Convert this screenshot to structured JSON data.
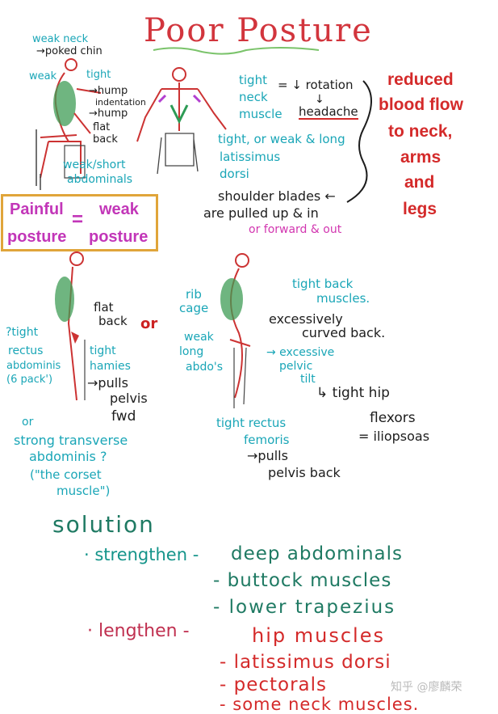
{
  "title": "Poor Posture",
  "top_left_notes": {
    "weak_neck": "weak neck",
    "poked_chin": "→poked chin",
    "weak": "weak",
    "tight": "tight",
    "hump1": "→hump",
    "indentation": "indentation",
    "hump2": "→hump",
    "flat": "flat",
    "back": "back",
    "weak_short": "weak/short",
    "abdominals": "abdominals"
  },
  "center_notes": {
    "tight": "tight",
    "neck": "neck",
    "muscle": "muscle",
    "eq_rotation": "= ↓ rotation",
    "arrow_down": "↓",
    "headache": "headache",
    "tight_or_weak": "tight, or weak & long",
    "latissimus": "latissimus",
    "dorsi": "dorsi",
    "shoulder_blades": "shoulder blades ←",
    "pulled_up": "are pulled up & in",
    "or_forward": "or forward & out"
  },
  "red_note": {
    "line1": "reduced",
    "line2": "blood flow",
    "line3": "to neck,",
    "line4": "arms",
    "line5": "and",
    "line6": "legs"
  },
  "equation": {
    "painful": "Painful",
    "posture1": "posture",
    "equals": "=",
    "weak": "weak",
    "posture2": "posture"
  },
  "left_middle": {
    "flat": "flat",
    "back": "back",
    "or": "or",
    "q_tight": "?tight",
    "rectus": "rectus",
    "abdominis": "abdominis",
    "six_pack": "(6 pack')",
    "tight": "tight",
    "hamies": "hamies",
    "pulls": "→pulls",
    "pelvis": "pelvis",
    "fwd": "fwd",
    "or2": "or",
    "strong_transverse": "strong transverse",
    "abdominis_q": "abdominis ?",
    "the_corset": "(\"the corset",
    "muscle": "muscle\")"
  },
  "right_middle": {
    "rib": "rib",
    "cage": "cage",
    "tight_back": "tight back",
    "muscles": "muscles.",
    "excessively": "excessively",
    "curved_back": "curved back.",
    "weak": "weak",
    "long": "long",
    "abdos": "abdo's",
    "excessive": "→ excessive",
    "pelvic": "pelvic",
    "tilt": "tilt",
    "tight_hip": "↳ tight hip",
    "flexors": "flexors",
    "iliopsoas": "= iliopsoas",
    "tight_rectus": "tight rectus",
    "femoris": "femoris",
    "pulls": "→pulls",
    "pelvis_back": "pelvis back"
  },
  "solution": {
    "heading": "solution",
    "strengthen": "· strengthen -",
    "s_items": [
      "deep abdominals",
      "- buttock muscles",
      "- lower trapezius"
    ],
    "lengthen": "· lengthen -",
    "l_items": [
      "hip muscles",
      "- latissimus dorsi",
      "- pectorals",
      "- some neck muscles."
    ]
  },
  "watermark": "知乎 @廖麟荣"
}
